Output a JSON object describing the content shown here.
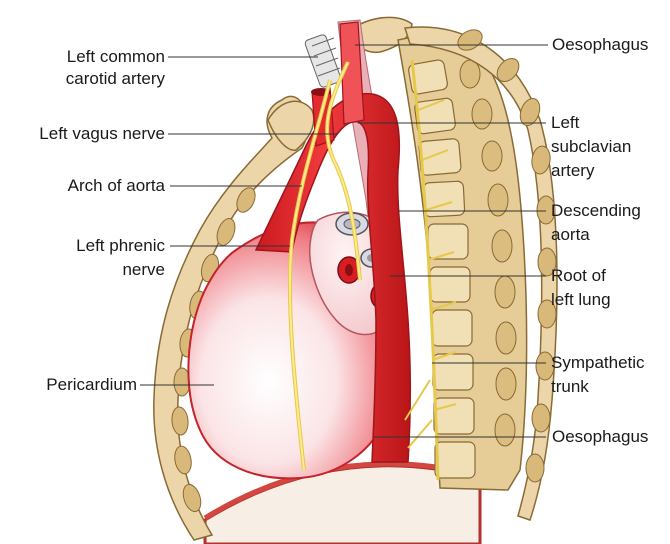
{
  "labels": {
    "left_common_carotid_1": "Left common",
    "left_common_carotid_2": "carotid artery",
    "left_vagus": "Left vagus nerve",
    "arch_of_aorta": "Arch of aorta",
    "left_phrenic_1": "Left phrenic",
    "left_phrenic_2": "nerve",
    "pericardium": "Pericardium",
    "oesophagus_top": "Oesophagus",
    "left_subclavian_1": "Left",
    "left_subclavian_2": "subclavian",
    "left_subclavian_3": "artery",
    "descending_aorta_1": "Descending",
    "descending_aorta_2": "aorta",
    "root_left_lung_1": "Root of",
    "root_left_lung_2": "left lung",
    "sympathetic_1": "Sympathetic",
    "sympathetic_2": "trunk",
    "oesophagus_bottom": "Oesophagus"
  },
  "colors": {
    "artery": "#e8262a",
    "artery_dark": "#b81418",
    "nerve": "#f2dc5a",
    "bone": "#e9cf9c",
    "bone_outline": "#8a6a35",
    "pericardium": "#f6c9cd",
    "oesophagus": "#e9aeb4"
  }
}
